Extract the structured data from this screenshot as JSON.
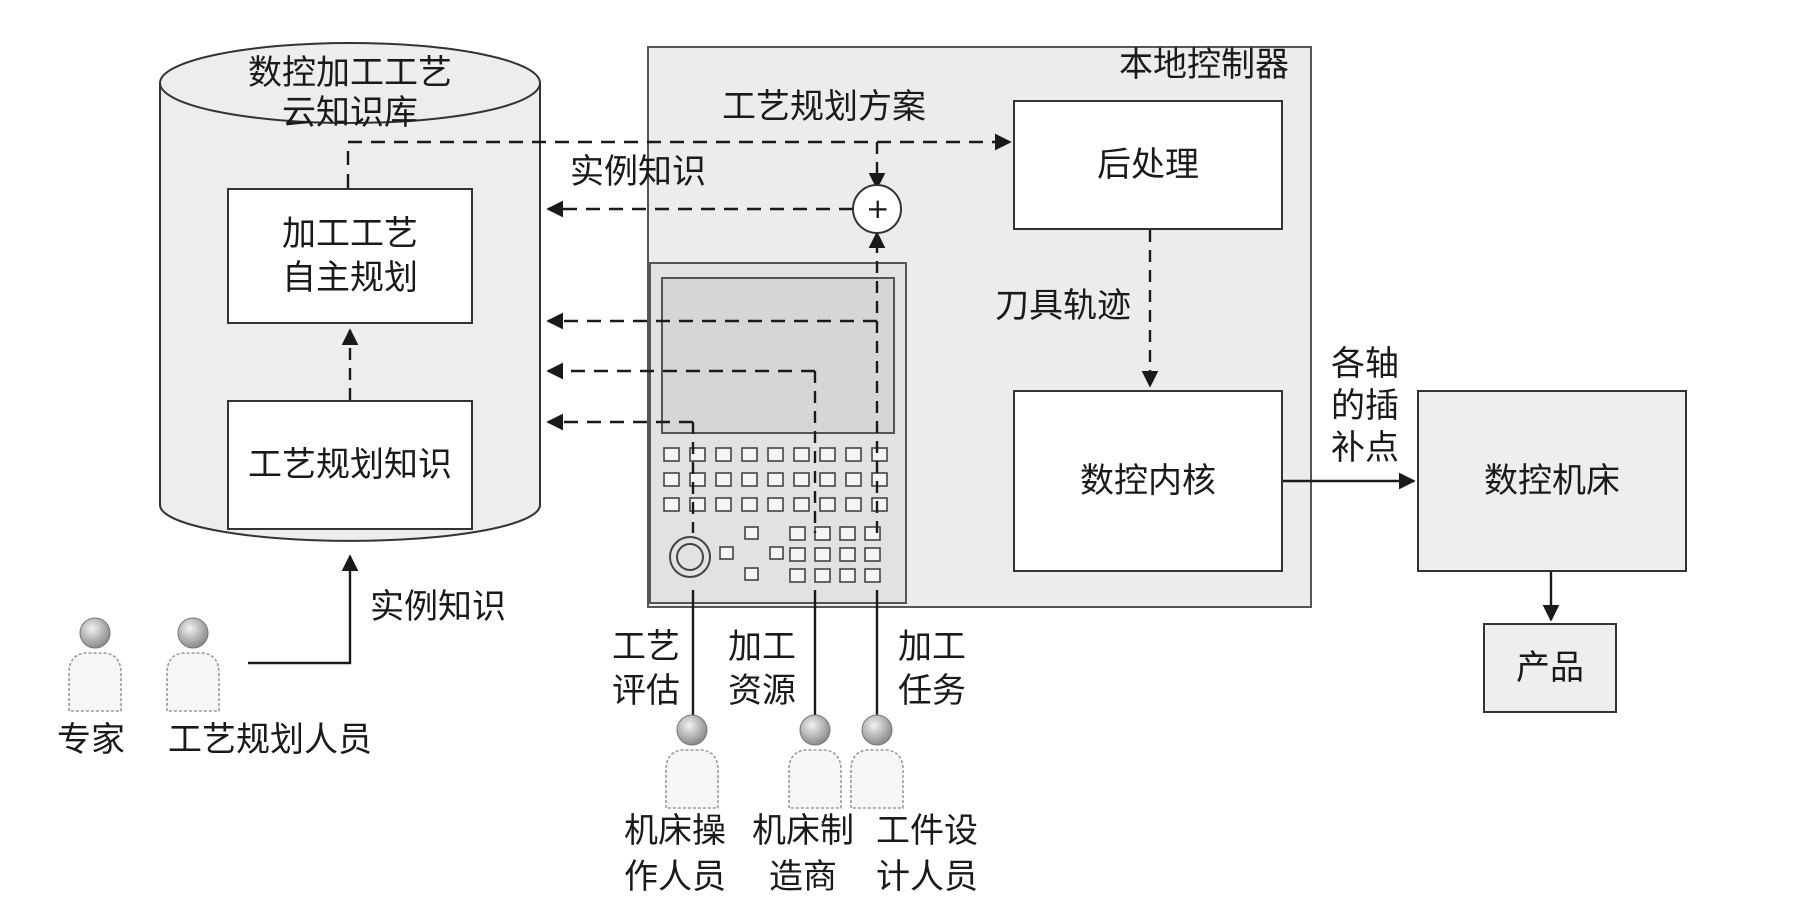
{
  "cloud": {
    "title": "数控加工工艺\n云知识库"
  },
  "boxes": {
    "autonomous_planning": "加工工艺\n自主规划",
    "planning_knowledge": "工艺规划知识",
    "post_processing": "后处理",
    "cnc_kernel": "数控内核",
    "cnc_machine": "数控机床",
    "product": "产品"
  },
  "controller_title": "本地控制器",
  "labels": {
    "process_plan": "工艺规划方案",
    "instance_knowledge_top": "实例知识",
    "instance_knowledge_bottom": "实例知识",
    "tool_path": "刀具轨迹",
    "interp_points": "各轴\n的插\n补点",
    "process_eval": "工艺\n评估",
    "machining_resources": "加工\n资源",
    "machining_tasks": "加工\n任务",
    "plus": "+"
  },
  "people": {
    "expert": "专家",
    "planner": "工艺规划人员",
    "operator": "机床操\n作人员",
    "manufacturer": "机床制\n造商",
    "designer": "工件设\n计人员"
  },
  "colors": {
    "box_stroke": "#333333",
    "panel_fill": "#ececec",
    "person_fill": "#b8b8b8"
  }
}
